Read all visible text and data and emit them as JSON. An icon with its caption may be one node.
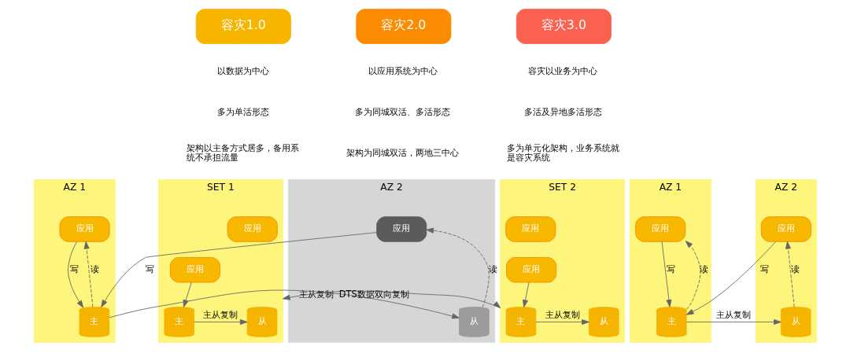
{
  "diagram": {
    "nodes": [
      {
        "text": [
          "容灾1.0"
        ]
      },
      {
        "text": [
          "AZ 1"
        ]
      },
      {
        "text": [
          "应用"
        ],
        "in": 1
      },
      {
        "text": [
          "主"
        ],
        "in": 1
      },
      {
        "text": [
          "AZ 2"
        ]
      },
      {
        "text": [
          "应用"
        ],
        "in": 4
      },
      {
        "text": [
          "从"
        ],
        "in": 4
      },
      {
        "text": [
          "容灾2.0"
        ]
      },
      {
        "text": [
          "AZ 1"
        ]
      },
      {
        "text": [
          "应用"
        ],
        "in": 8
      },
      {
        "text": [
          "主"
        ],
        "in": 8
      },
      {
        "text": [
          "AZ 2"
        ]
      },
      {
        "text": [
          "应用"
        ],
        "in": 11
      },
      {
        "text": [
          "从"
        ],
        "in": 11
      },
      {
        "text": [
          "容灾3.0"
        ]
      },
      {
        "text": [
          "SET 1"
        ]
      },
      {
        "text": [
          "应用"
        ],
        "in": 15
      },
      {
        "text": [
          "应用"
        ],
        "in": 15
      },
      {
        "text": [
          "主"
        ],
        "in": 15
      },
      {
        "text": [
          "从"
        ],
        "in": 15
      },
      {
        "text": [
          "SET 2"
        ]
      },
      {
        "text": [
          "应用"
        ],
        "in": 20
      },
      {
        "text": [
          "应用"
        ],
        "in": 20
      },
      {
        "text": [
          "主"
        ],
        "in": 20
      },
      {
        "text": [
          "从"
        ],
        "in": 20
      }
    ],
    "edges": [
      {
        "from": 2,
        "to": 3,
        "arrow": "to",
        "label": "写"
      },
      {
        "from": 3,
        "to": 2,
        "arrow": "to",
        "label": "读",
        "style": "dashed"
      },
      {
        "from": 5,
        "to": 3,
        "arrow": "to",
        "label": "写"
      },
      {
        "from": 6,
        "to": 5,
        "arrow": "to",
        "label": "读",
        "style": "dashed"
      },
      {
        "from": 3,
        "to": 6,
        "arrow": "to",
        "label": "主从复制"
      },
      {
        "from": 9,
        "to": 10,
        "arrow": "to",
        "label": "写"
      },
      {
        "from": 10,
        "to": 9,
        "arrow": "to",
        "label": "读",
        "style": "dashed"
      },
      {
        "from": 12,
        "to": 10,
        "arrow": "to",
        "label": "写"
      },
      {
        "from": 13,
        "to": 12,
        "arrow": "to",
        "label": "读",
        "style": "dashed"
      },
      {
        "from": 10,
        "to": 13,
        "arrow": "to",
        "label": "主从复制"
      },
      {
        "from": 17,
        "to": 18,
        "arrow": "to"
      },
      {
        "from": 18,
        "to": 19,
        "arrow": "to",
        "label": "主从复制"
      },
      {
        "from": 22,
        "to": 23,
        "arrow": "to"
      },
      {
        "from": 23,
        "to": 24,
        "arrow": "to",
        "label": "主从复制"
      },
      {
        "from": 15,
        "to": 20,
        "arrow": "both",
        "label": "DTS数据双向复制"
      }
    ],
    "labels": [
      "以数据为中心",
      "多为单活形态",
      "架构以主备方式居多，备用系统不承担流量",
      "以应用系统为中心",
      "多为同城双活、多活形态",
      "架构为同城双活，两地三中心",
      "容灾以业务为中心",
      "多活及异地多活形态",
      "多为单元化架构，业务系统就是容灾系统"
    ]
  }
}
